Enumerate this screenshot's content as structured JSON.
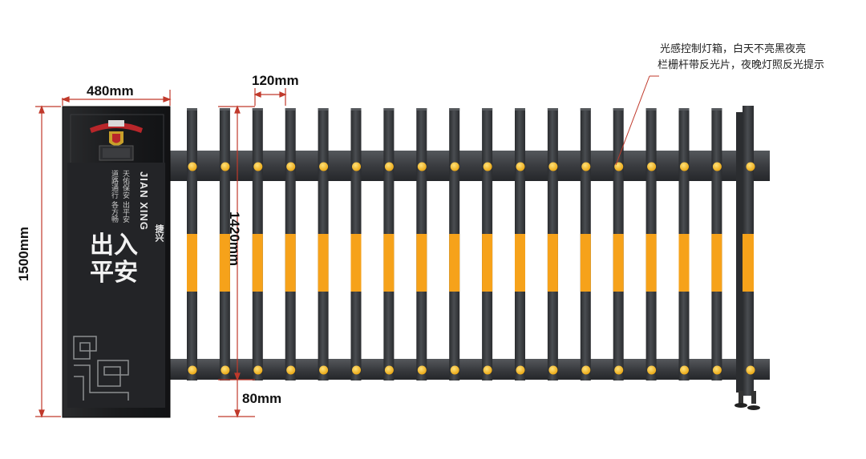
{
  "dimensions": {
    "cabinet_width": "480mm",
    "bar_spacing": "120mm",
    "total_height": "1500mm",
    "bar_height": "1420mm",
    "ground_clearance": "80mm"
  },
  "annotation": {
    "line1": "光感控制灯箱，白天不亮黑夜亮",
    "line2": "栏栅杆带反光片，夜晚灯照反光提示"
  },
  "cabinet": {
    "brand_en": "JIAN  XING",
    "brand_cn": "捷兴",
    "poem": [
      "天佑保安 出平安",
      "道路通行 各方畅"
    ],
    "motto": "出入平安"
  },
  "colors": {
    "bar": "#3b3d40",
    "bar_dark": "#2a2c2f",
    "stripe": "#f6a21a",
    "reflector": "#f8c21c",
    "dim_line": "#c0392b",
    "cabinet": "#1c1d1f"
  },
  "gate": {
    "bar_count": 18
  }
}
